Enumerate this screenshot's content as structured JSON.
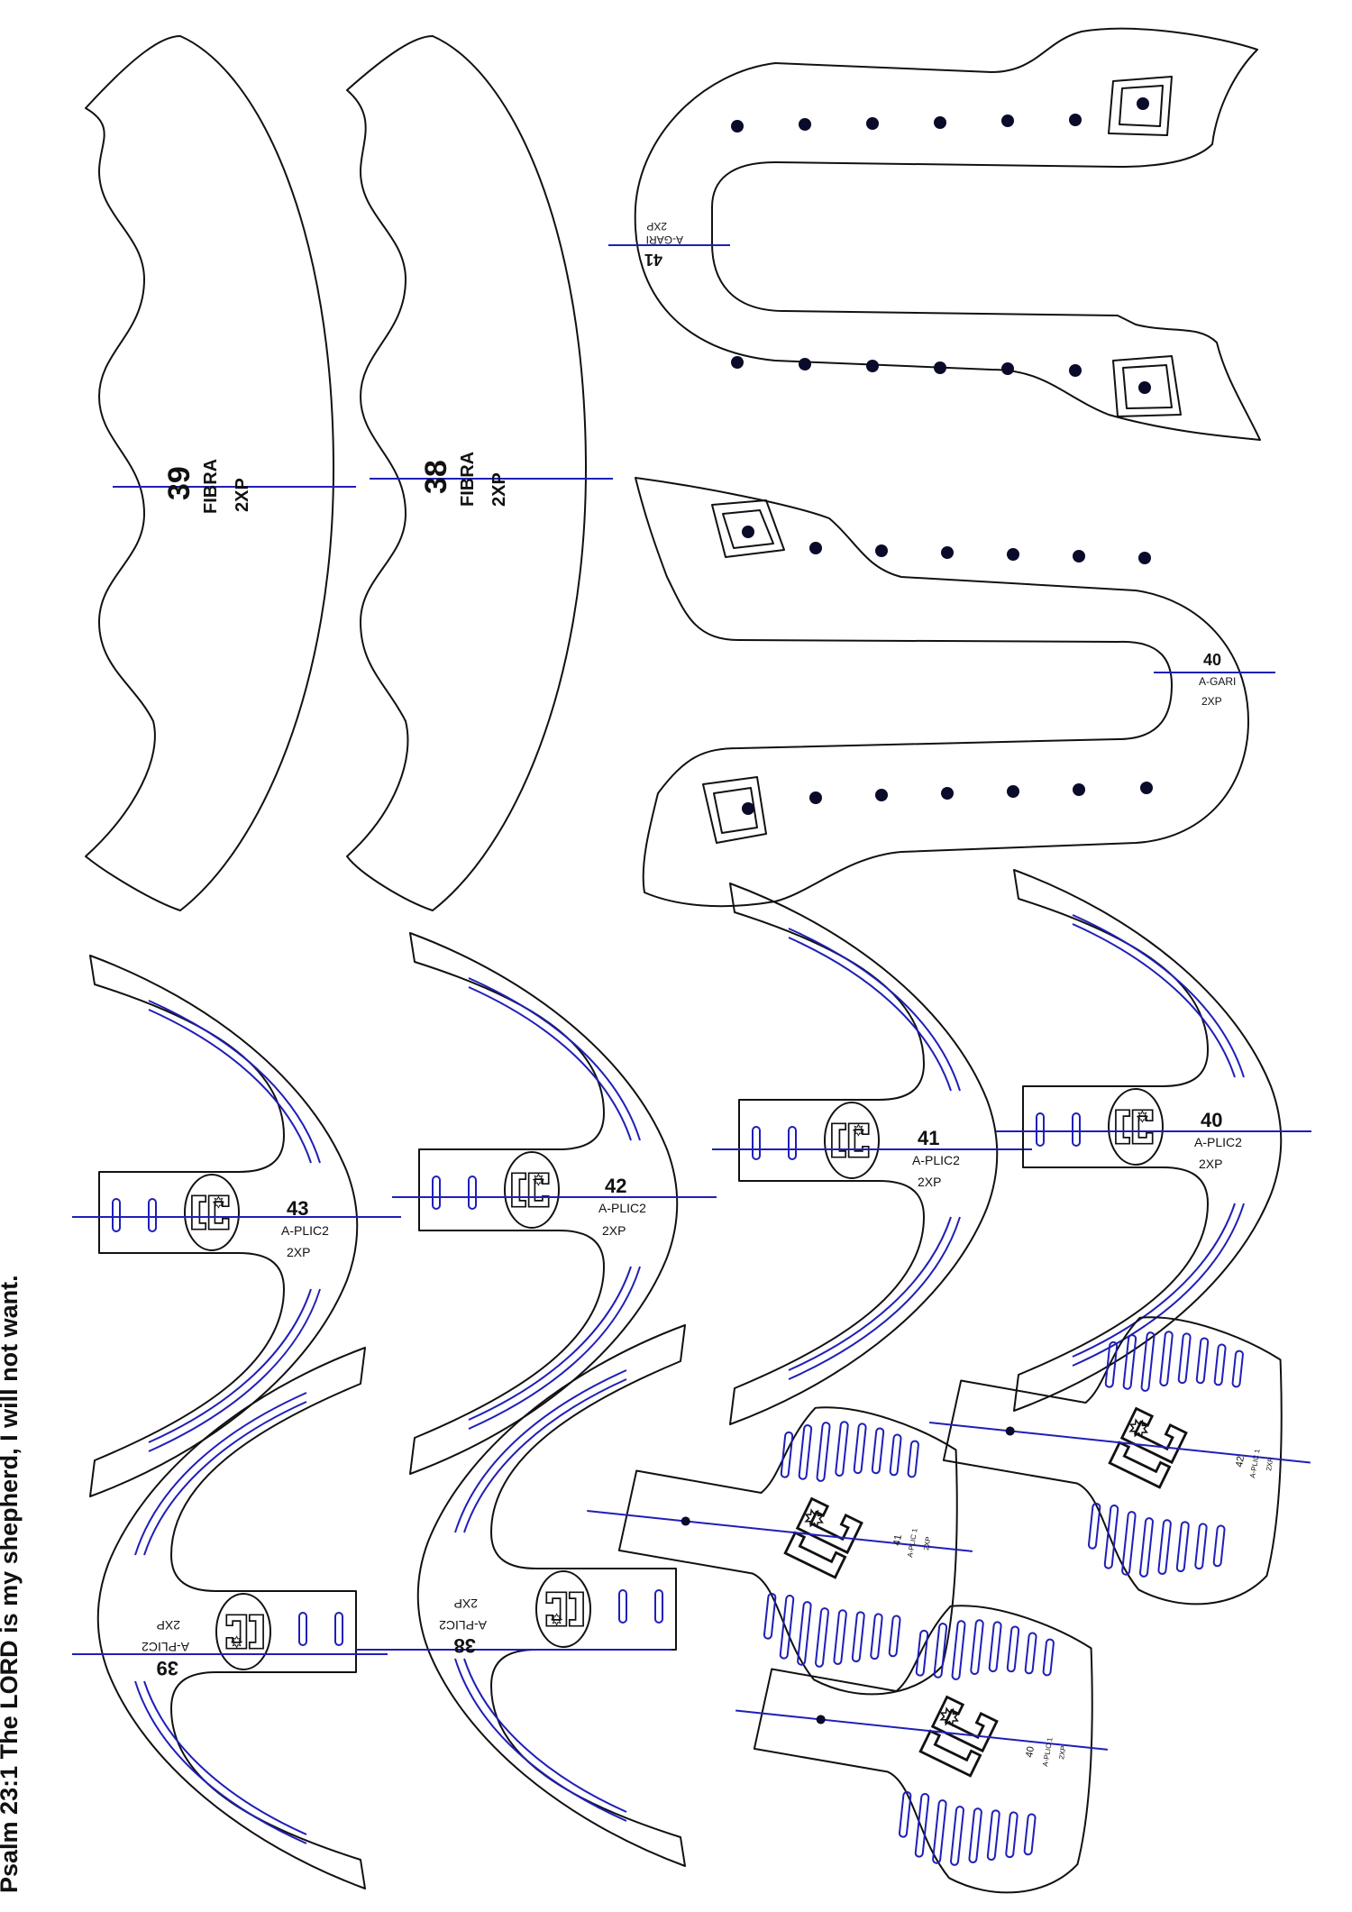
{
  "verse": "Psalm 23:1 The LORD is my shepherd, I will not want.",
  "fibra": [
    {
      "num": "39",
      "material": "FIBRA",
      "qty": "2XP"
    },
    {
      "num": "38",
      "material": "FIBRA",
      "qty": "2XP"
    }
  ],
  "gari": [
    {
      "num": "41",
      "material": "A-GARI",
      "qty": "2XP"
    },
    {
      "num": "40",
      "material": "A-GARI",
      "qty": "2XP"
    }
  ],
  "plic2": [
    {
      "num": "43",
      "material": "A-PLIC2",
      "qty": "2XP"
    },
    {
      "num": "42",
      "material": "A-PLIC2",
      "qty": "2XP"
    },
    {
      "num": "41",
      "material": "A-PLIC2",
      "qty": "2XP"
    },
    {
      "num": "40",
      "material": "A-PLIC2",
      "qty": "2XP"
    },
    {
      "num": "39",
      "material": "A-PLIC2",
      "qty": "2XP"
    },
    {
      "num": "38",
      "material": "A-PLIC2",
      "qty": "2XP"
    }
  ],
  "plic1": [
    {
      "num": "41",
      "material": "A-PLIC 1",
      "qty": "2XP"
    },
    {
      "num": "42",
      "material": "A-PLIC 1",
      "qty": "2XP"
    },
    {
      "num": "40",
      "material": "A-PLIC 1",
      "qty": "2XP"
    }
  ],
  "colors": {
    "outline": "#111111",
    "guide": "#1f1fb8",
    "background": "#ffffff"
  }
}
